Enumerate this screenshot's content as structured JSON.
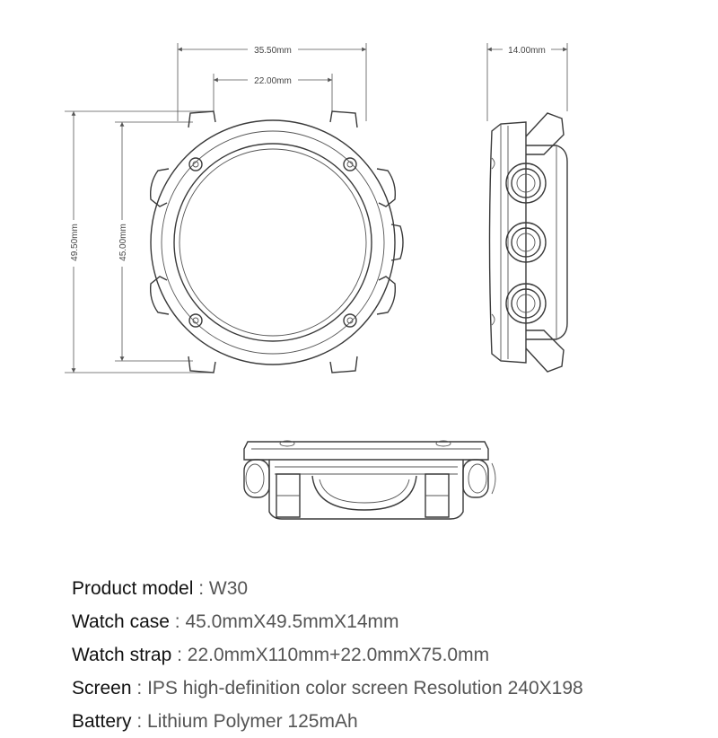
{
  "dimensions": {
    "case_width": "35.50mm",
    "strap_lug_width": "22.00mm",
    "case_thickness": "14.00mm",
    "total_height": "49.50mm",
    "case_height": "45.00mm"
  },
  "specs": [
    {
      "label": "Product model",
      "value": "W30"
    },
    {
      "label": "Watch case",
      "value": "45.0mmX49.5mmX14mm"
    },
    {
      "label": "Watch strap",
      "value": "22.0mmX110mm+22.0mmX75.0mm"
    },
    {
      "label": "Screen",
      "value": "IPS high-definition color screen Resolution 240X198"
    },
    {
      "label": "Battery",
      "value": "Lithium Polymer 125mAh"
    }
  ],
  "colors": {
    "line": "#3a3a3a",
    "text_label": "#111111",
    "text_value": "#555555"
  }
}
